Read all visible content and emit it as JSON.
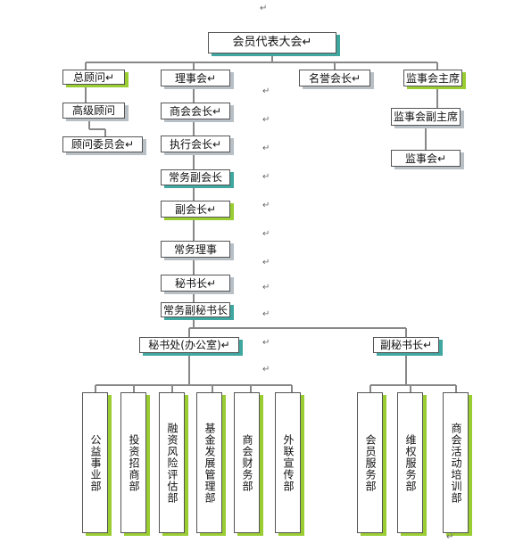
{
  "return_mark": "↵",
  "top": {
    "label": "会员代表大会"
  },
  "columns": {
    "advisor": {
      "title": "总顾问",
      "items": [
        "高级顾问",
        "顾问委员会"
      ]
    },
    "council": {
      "title": "理事会",
      "items": [
        "商会会长",
        "执行会长",
        "常务副会长",
        "副会长",
        "常务理事",
        "秘书长",
        "常务副秘书长"
      ]
    },
    "honorary": {
      "title": "名誉会长"
    },
    "supervisory": {
      "title": "监事会主席",
      "items": [
        "监事会副主席",
        "监事会"
      ]
    }
  },
  "secretariat": {
    "label": "秘书处(办公室)",
    "departments": [
      "公益事业部",
      "投资招商部",
      "融资风险评估部",
      "基金发展管理部",
      "商会财务部",
      "外联宣传部"
    ]
  },
  "deputy_secretary": {
    "label": "副秘书长",
    "departments": [
      "会员服务部",
      "维权服务部",
      "商会活动培训部"
    ]
  }
}
